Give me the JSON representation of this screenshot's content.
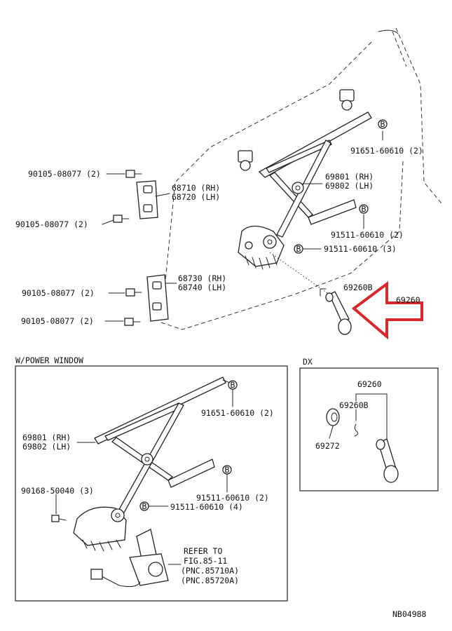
{
  "top_parts": {
    "bolt_a": "90105-08077 (2)",
    "bolt_b": "90105-08077 (2)",
    "bolt_c": "90105-08077 (2)",
    "bolt_d": "90105-08077 (2)",
    "hinge_upper_rh": "68710 (RH)",
    "hinge_upper_lh": "68720 (LH)",
    "hinge_lower_rh": "68730 (RH)",
    "hinge_lower_lh": "68740 (LH)",
    "bolt_top": "91651-60610 (2)",
    "regulator_rh": "69801 (RH)",
    "regulator_lh": "69802 (LH)",
    "bolt_mid": "91511-60610 (2)",
    "bolt_low": "91511-60610 (3)",
    "handle_part": "69260B",
    "handle_partial": "69260"
  },
  "power_window": {
    "title": "W/POWER WINDOW",
    "bolt_top": "91651-60610 (2)",
    "regulator_rh": "69801 (RH)",
    "regulator_lh": "69802 (LH)",
    "bolt_mid": "91511-60610 (2)",
    "bolt_screw": "90168-50040 (3)",
    "bolt_low": "91511-60610 (4)",
    "refer_line1": "REFER TO",
    "refer_line2": "FIG.85-11",
    "refer_line3": "(PNC.85710A)",
    "refer_line4": "(PNC.85720A)"
  },
  "dx": {
    "title": "DX",
    "handle_assy": "69260",
    "handle_part": "69260B",
    "bezel": "69272"
  },
  "bolt_marker": "B",
  "ref_code": "NB04988",
  "colors": {
    "arrow": "#d9282b",
    "ink": "#222222"
  }
}
